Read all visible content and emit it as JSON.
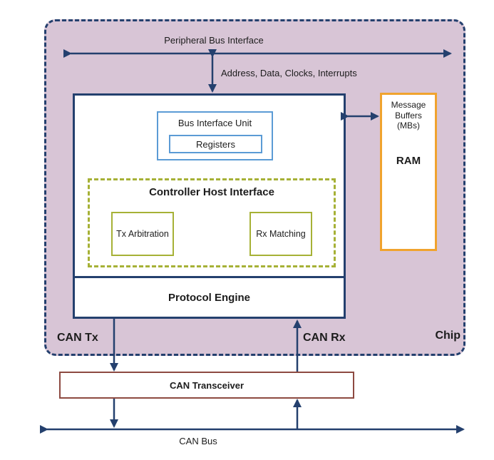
{
  "colors": {
    "chip_fill": "#d8c5d6",
    "navy_line": "#24406e",
    "blue_box_border": "#5b9bd5",
    "olive_border": "#a6b136",
    "orange_border": "#f0a32e",
    "transceiver_border": "#8d4a41",
    "text": "#1c1c1c"
  },
  "chip": {
    "label": "Chip",
    "peripheral_bus_label": "Peripheral Bus Interface",
    "address_bus_label": "Address, Data, Clocks, Interrupts",
    "controller": {
      "bus_interface_unit": "Bus Interface Unit",
      "registers": "Registers",
      "controller_host_interface": "Controller Host Interface",
      "tx_arbitration": "Tx Arbitration",
      "rx_matching": "Rx Matching",
      "protocol_engine": "Protocol Engine"
    },
    "ram": {
      "buffers_label": "Message Buffers (MBs)",
      "ram_label": "RAM"
    },
    "can_tx_label": "CAN Tx",
    "can_rx_label": "CAN Rx"
  },
  "external": {
    "transceiver_label": "CAN Transceiver",
    "can_bus_label": "CAN Bus"
  }
}
